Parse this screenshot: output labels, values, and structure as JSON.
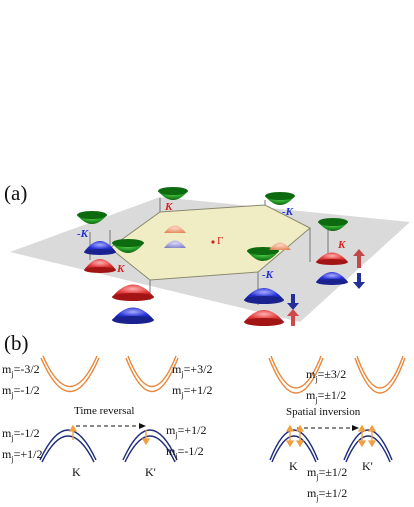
{
  "panel_a": {
    "label": "(a)",
    "gamma": "Γ",
    "valleys": [
      {
        "name": "-K",
        "color": "#1b2bd0"
      },
      {
        "name": "K",
        "color": "#d82020"
      },
      {
        "name": "K",
        "color": "#d82020"
      },
      {
        "name": "-K",
        "color": "#1b2bd0"
      },
      {
        "name": "K",
        "color": "#d82020"
      },
      {
        "name": "-K",
        "color": "#1b2bd0"
      }
    ],
    "colors": {
      "plane": "#d0d0d0",
      "hexagon": "#f0edc4",
      "conduction": "#1d8a1d",
      "spin_up": "#e23b3b",
      "spin_down": "#2431d4"
    }
  },
  "panel_b": {
    "label": "(b)",
    "top_left": {
      "line1": "m",
      "sub1": "j",
      "val1": "=-3/2",
      "line2": "m",
      "sub2": "j",
      "val2": "=-1/2"
    },
    "top_mid": {
      "line1": "m",
      "sub1": "j",
      "val1": "=+3/2",
      "line2": "m",
      "sub2": "j",
      "val2": "=+1/2"
    },
    "top_right": {
      "line1": "m",
      "sub1": "j",
      "val1": "=±3/2",
      "line2": "m",
      "sub2": "j",
      "val2": "=±1/2"
    },
    "bot_left": {
      "val1": "=-1/2",
      "val2": "=+1/2"
    },
    "bot_mid": {
      "val1": "=+1/2",
      "val2": "=-1/2"
    },
    "bot_right": {
      "val1": "=±1/2",
      "val2": "=±1/2"
    },
    "time_reversal": "Time reversal",
    "spatial_inversion": "Spatial inversion",
    "k_left": "K",
    "kp_left": "K'",
    "k_right": "K",
    "kp_right": "K'",
    "colors": {
      "orange": "#e8873a",
      "navy": "#1f2d7a",
      "arrow": "#f0a040"
    }
  }
}
